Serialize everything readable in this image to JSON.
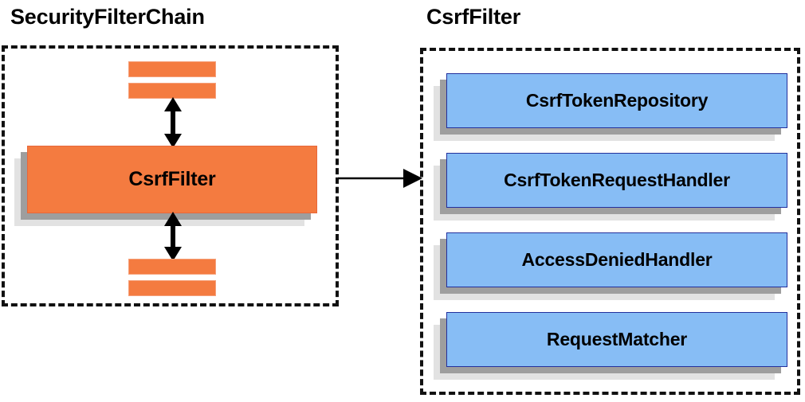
{
  "diagram": {
    "type": "component-diagram",
    "background_color": "#ffffff",
    "panels": [
      {
        "id": "security-filter-chain",
        "title": "SecurityFilterChain",
        "border_style": "dashed",
        "border_color": "#111111",
        "highlighted_node": "CsrfFilter",
        "node_color": "#F47B40",
        "placeholder_filters_above": 2,
        "placeholder_filters_below": 2
      },
      {
        "id": "csrf-filter",
        "title": "CsrfFilter",
        "border_style": "dashed",
        "border_color": "#111111",
        "node_color": "#87BDF5",
        "collaborators": [
          "CsrfTokenRepository",
          "CsrfTokenRequestHandler",
          "AccessDeniedHandler",
          "RequestMatcher"
        ]
      }
    ],
    "connections": [
      {
        "from": "filters-above",
        "to": "CsrfFilter",
        "style": "double-headed-vertical"
      },
      {
        "from": "CsrfFilter",
        "to": "filters-below",
        "style": "double-headed-vertical"
      },
      {
        "from": "SecurityFilterChain.CsrfFilter",
        "to": "CsrfFilter panel",
        "style": "single-headed-horizontal"
      }
    ]
  },
  "left_panel": {
    "title": "SecurityFilterChain",
    "center_node": {
      "label": "CsrfFilter"
    },
    "bars_top": [
      {
        "label": ""
      },
      {
        "label": ""
      }
    ],
    "bars_bottom": [
      {
        "label": ""
      },
      {
        "label": ""
      }
    ]
  },
  "right_panel": {
    "title": "CsrfFilter",
    "nodes": [
      {
        "label": "CsrfTokenRepository"
      },
      {
        "label": "CsrfTokenRequestHandler"
      },
      {
        "label": "AccessDeniedHandler"
      },
      {
        "label": "RequestMatcher"
      }
    ]
  },
  "colors": {
    "orange_fill": "#F47B40",
    "orange_border": "#E8673A",
    "blue_fill": "#87BDF5",
    "blue_border": "#23309C",
    "shadow_near": "#9E9E9E",
    "shadow_far": "#E2E2E2",
    "stroke": "#000000",
    "dash_border": "#111111"
  }
}
